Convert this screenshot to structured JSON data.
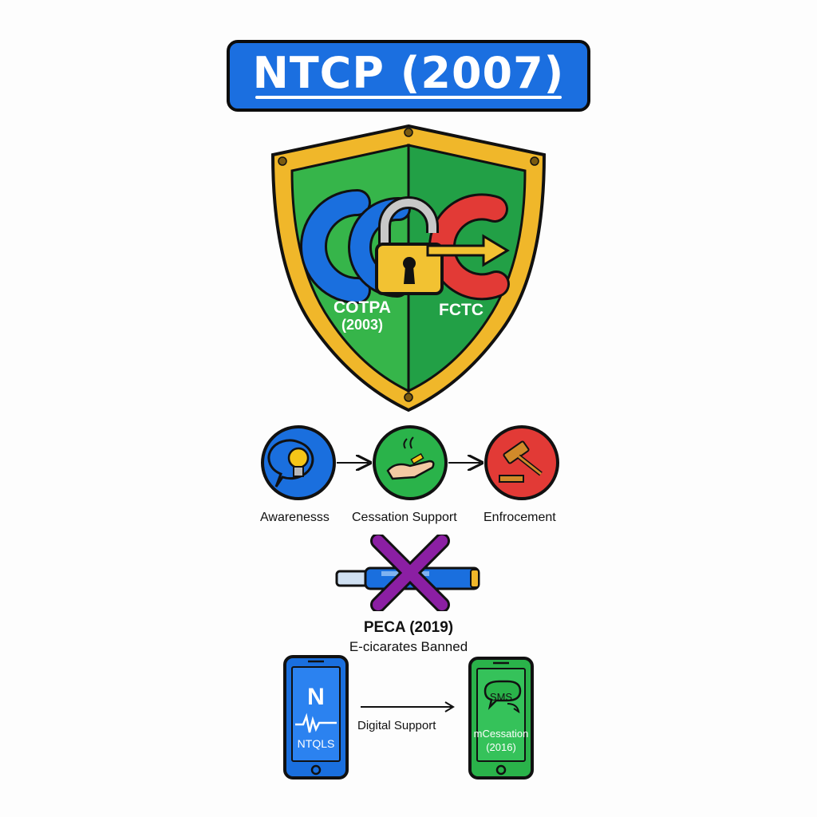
{
  "title": "NTCP (2007)",
  "shield": {
    "left_label_line1": "COTPA",
    "left_label_line2": "(2003)",
    "right_label": "FCTC",
    "colors": {
      "green": "#2ab34a",
      "gold": "#f0b72a",
      "blue": "#1a6fde",
      "red": "#e23a36"
    }
  },
  "steps": [
    {
      "label": "Awarenesss",
      "icon": "lightbulb-icon",
      "color": "#1a6fde"
    },
    {
      "label": "Cessation Support",
      "icon": "hand-cigarette-icon",
      "color": "#2ab34a"
    },
    {
      "label": "Enfrocement",
      "icon": "gavel-icon",
      "color": "#e23a36"
    }
  ],
  "ban": {
    "line1": "PECA (2019)",
    "line2": "E-cicarates Banned",
    "icon": "e-cigarette-crossed-icon",
    "cross_color": "#8b1fa3"
  },
  "digital": {
    "left_phone_logo": "N",
    "left_phone_label": "NTQLS",
    "arrow_label": "Digital Support",
    "right_phone_bubble": "SMS",
    "right_phone_label_line1": "mCessation",
    "right_phone_label_line2": "(2016)"
  }
}
